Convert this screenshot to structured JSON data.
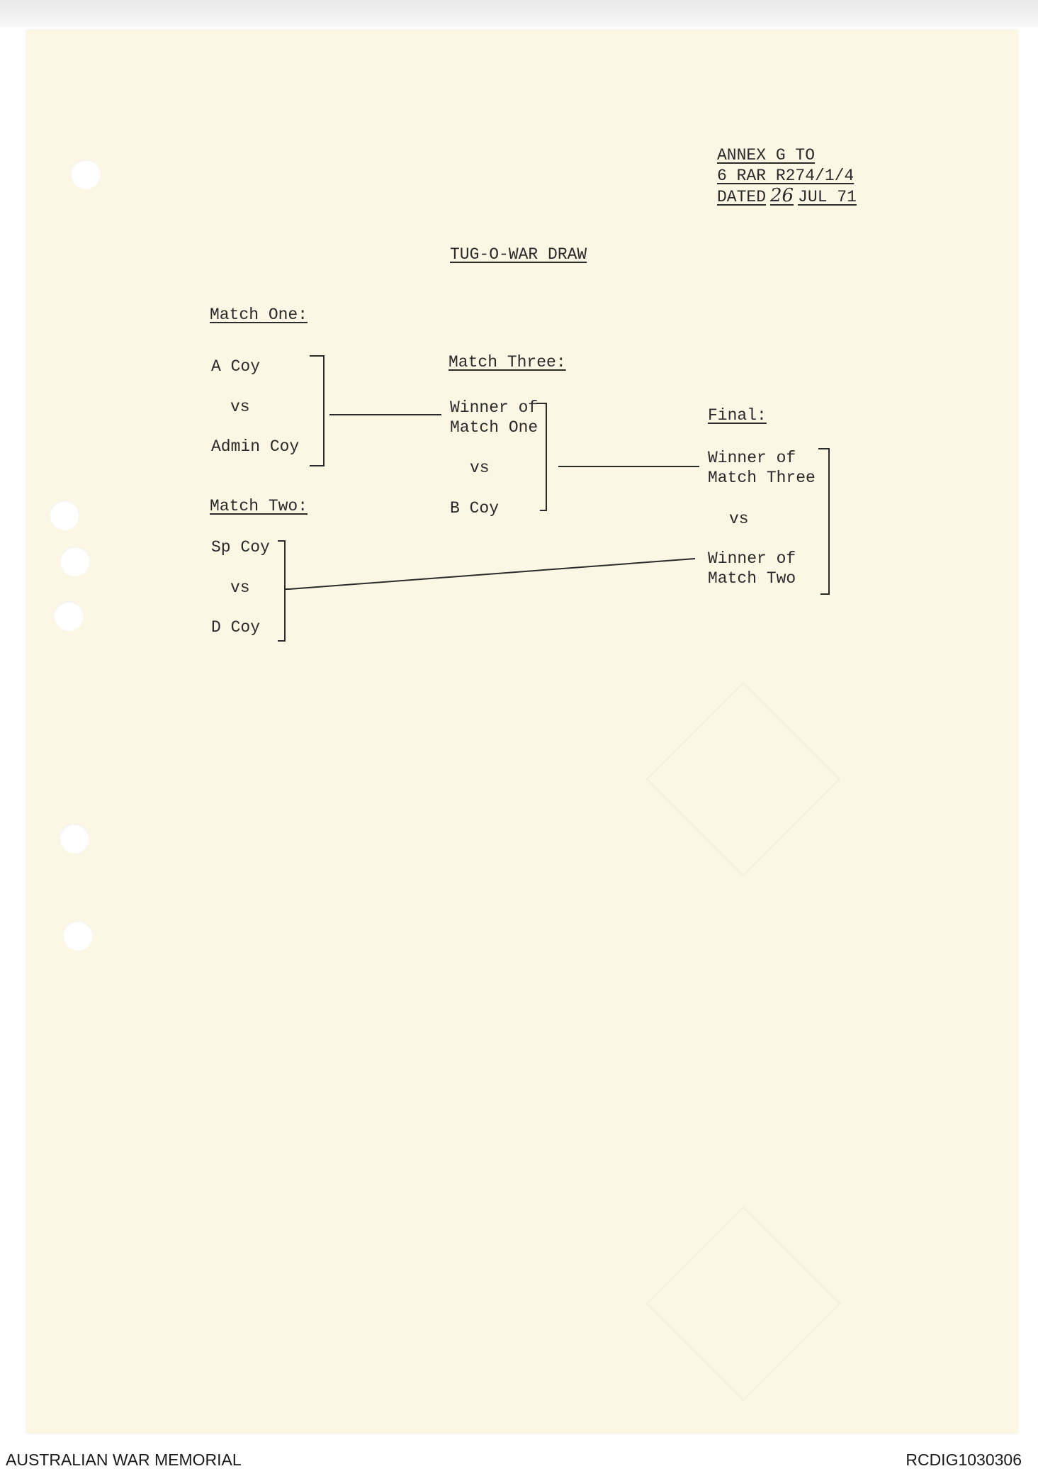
{
  "annex": {
    "line1": "ANNEX G TO",
    "line2": "6 RAR R274/1/4",
    "line3_prefix": "DATED",
    "line3_signature": "26",
    "line3_suffix": "JUL 71"
  },
  "title": "TUG-O-WAR DRAW",
  "match_one": {
    "heading": "Match One:",
    "team_a": "A Coy",
    "vs": "vs",
    "team_b": "Admin Coy"
  },
  "match_two": {
    "heading": "Match Two:",
    "team_a": "Sp Coy",
    "vs": "vs",
    "team_b": "D Coy"
  },
  "match_three": {
    "heading": "Match Three:",
    "winner_line1": "Winner of",
    "winner_line2": "Match One",
    "vs": "vs",
    "team_b": "B Coy"
  },
  "final": {
    "heading": "Final:",
    "a_line1": "Winner of",
    "a_line2": "Match Three",
    "vs": "vs",
    "b_line1": "Winner of",
    "b_line2": "Match Two"
  },
  "footer": {
    "left": "AUSTRALIAN WAR MEMORIAL",
    "right": "RCDIG1030306"
  }
}
